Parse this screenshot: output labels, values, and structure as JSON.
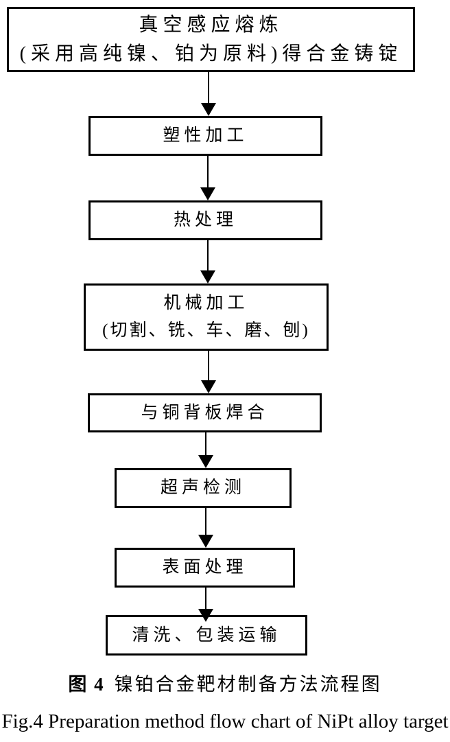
{
  "figure": {
    "caption_cn_prefix": "图 4",
    "caption_cn_title": "镍铂合金靶材制备方法流程图",
    "caption_en": "Fig.4 Preparation method flow chart of NiPt alloy target"
  },
  "flowchart": {
    "type": "vertical-process-flow",
    "steps": [
      {
        "order": 1,
        "line1": "真空感应熔炼",
        "line2": "(采用高纯镍、铂为原料)得合金铸锭"
      },
      {
        "order": 2,
        "line1": "塑性加工"
      },
      {
        "order": 3,
        "line1": "热处理"
      },
      {
        "order": 4,
        "line1": "机械加工",
        "line2": "(切割、铣、车、磨、刨)"
      },
      {
        "order": 5,
        "line1": "与铜背板焊合"
      },
      {
        "order": 6,
        "line1": "超声检测"
      },
      {
        "order": 7,
        "line1": "表面处理"
      },
      {
        "order": 8,
        "line1": "清洗、包装运输"
      }
    ],
    "connectors": "downward-arrows-between-consecutive-steps"
  },
  "colors": {
    "ink": "#000000",
    "background": "#ffffff"
  }
}
